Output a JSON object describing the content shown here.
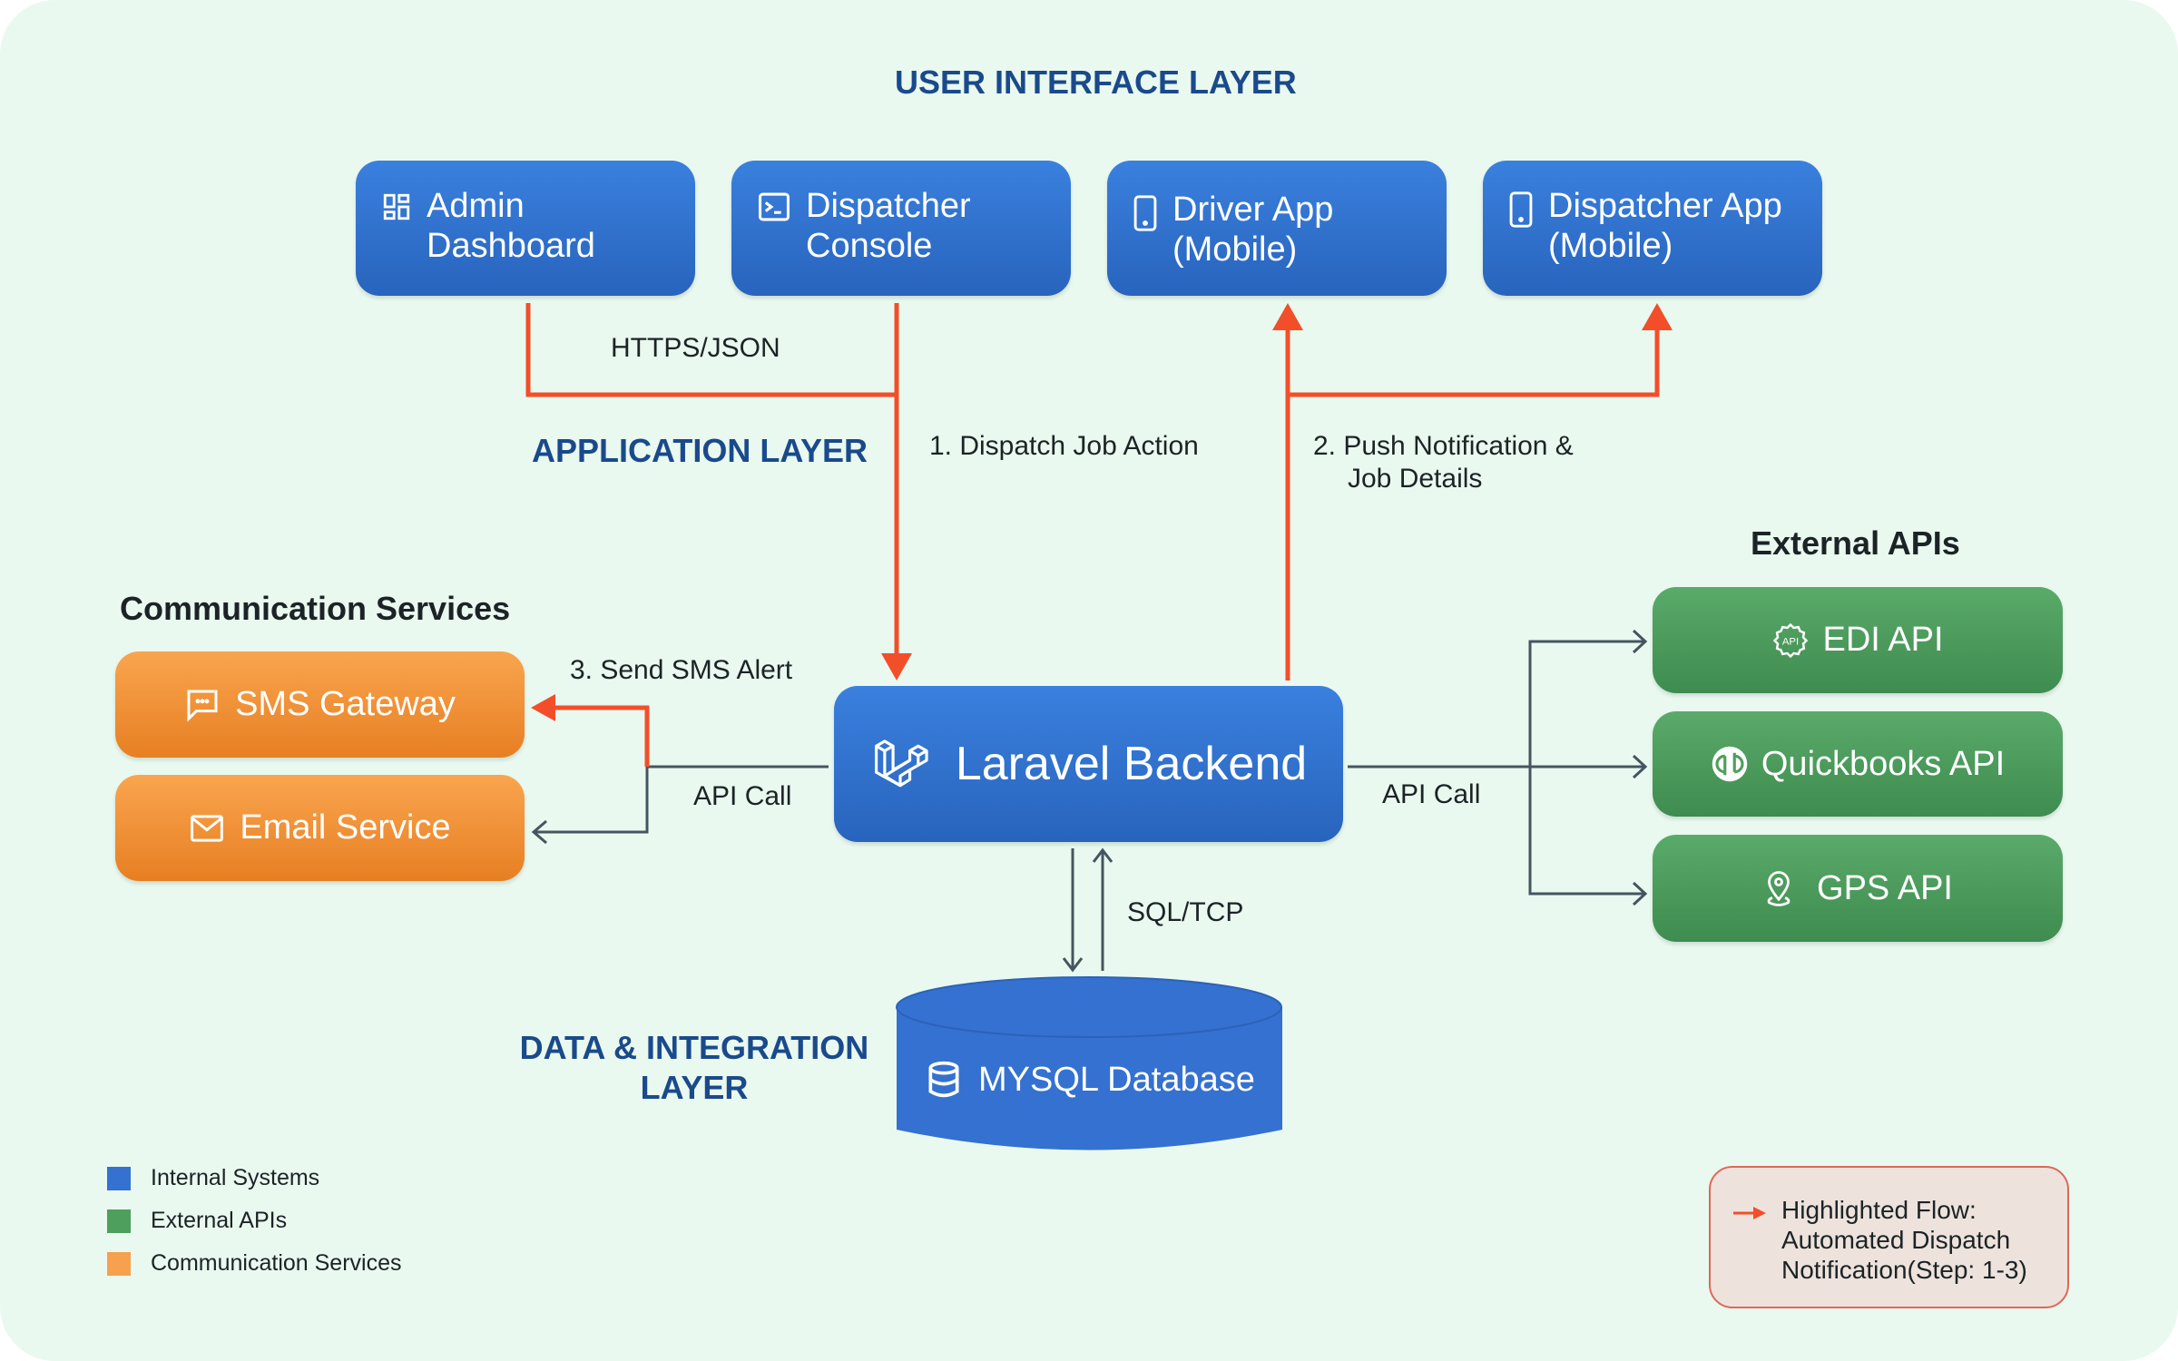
{
  "layers": {
    "ui": "USER INTERFACE LAYER",
    "application": "APPLICATION LAYER",
    "data_line1": "DATA & INTEGRATION",
    "data_line2": "LAYER"
  },
  "ui_nodes": [
    {
      "line1": "Admin",
      "line2": "Dashboard",
      "icon": "dashboard-icon"
    },
    {
      "line1": "Dispatcher",
      "line2": "Console",
      "icon": "terminal-icon"
    },
    {
      "line1": "Driver App",
      "line2": "(Mobile)",
      "icon": "mobile-icon"
    },
    {
      "line1": "Dispatcher App",
      "line2": "(Mobile)",
      "icon": "mobile-icon"
    }
  ],
  "backend": {
    "label": "Laravel Backend",
    "icon": "laravel-icon"
  },
  "database": {
    "label": "MYSQL Database",
    "icon": "database-icon"
  },
  "communication": {
    "title": "Communication Services",
    "nodes": [
      {
        "label": "SMS Gateway",
        "icon": "chat-icon"
      },
      {
        "label": "Email Service",
        "icon": "mail-icon"
      }
    ]
  },
  "external": {
    "title": "External APIs",
    "nodes": [
      {
        "label": "EDI API",
        "icon": "api-gear-icon"
      },
      {
        "label": "Quickbooks API",
        "icon": "quickbooks-icon"
      },
      {
        "label": "GPS API",
        "icon": "location-pin-icon"
      }
    ]
  },
  "edge_labels": {
    "https": "HTTPS/JSON",
    "step1": "1. Dispatch Job Action",
    "step2_line1": "2. Push Notification &",
    "step2_line2": "Job Details",
    "step3": "3. Send SMS Alert",
    "api_call_left": "API Call",
    "api_call_right": "API Call",
    "sql": "SQL/TCP"
  },
  "legend": [
    {
      "label": "Internal Systems",
      "color": "#3571d0"
    },
    {
      "label": "External APIs",
      "color": "#4e9e5e"
    },
    {
      "label": "Communication Services",
      "color": "#f7a04d"
    }
  ],
  "highlight_box": {
    "line1": "Highlighted Flow:",
    "line2": "Automated Dispatch",
    "line3": "Notification(Step: 1-3)"
  },
  "colors": {
    "highlight_flow": "#f34e2a",
    "connector": "#455560",
    "layer_title": "#1a4a8c"
  }
}
